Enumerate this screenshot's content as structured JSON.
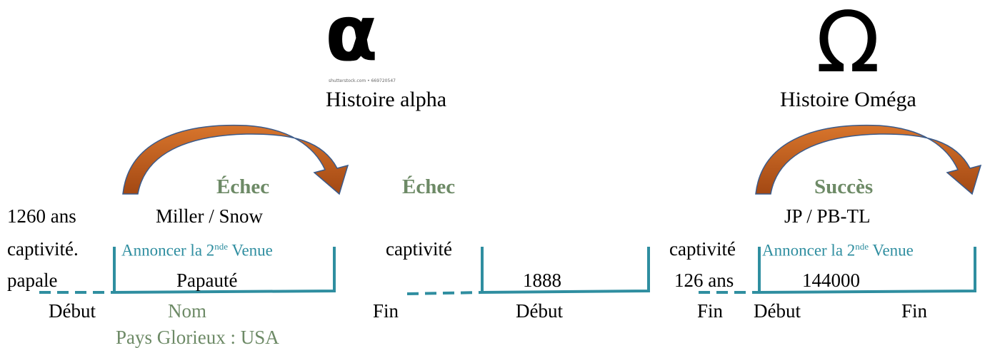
{
  "symbols": {
    "alpha": "α",
    "omega": "Ω"
  },
  "watermark": "shutterstock.com • 669720547",
  "titles": {
    "alpha": "Histoire alpha",
    "omega": "Histoire Oméga"
  },
  "left": {
    "line1": "1260 ans",
    "line2": "captivité.",
    "line3": "papale",
    "debut": "Début"
  },
  "segment1": {
    "status": "Échec",
    "leader": "Miller / Snow",
    "message_pre": "Annoncer la 2",
    "message_sup": "nde",
    "message_post": " Venue",
    "entity": "Papauté",
    "nom": "Nom",
    "pays": "Pays Glorieux : USA"
  },
  "middle": {
    "status": "Échec",
    "captivite": "captivité",
    "fin": "Fin",
    "year": "1888",
    "debut": "Début"
  },
  "right": {
    "captivite": "captivité",
    "years": "126 ans",
    "fin": "Fin"
  },
  "segment3": {
    "status": "Succès",
    "leader": "JP / PB-TL",
    "message_pre": "Annoncer la 2",
    "message_sup": "nde",
    "message_post": " Venue",
    "number": "144000",
    "debut": "Début",
    "fin": "Fin"
  },
  "colors": {
    "teal": "#2f8ea0",
    "green": "#6d8a66",
    "arrow": "#b8541a",
    "arrow_outline": "#3a5a8a"
  }
}
